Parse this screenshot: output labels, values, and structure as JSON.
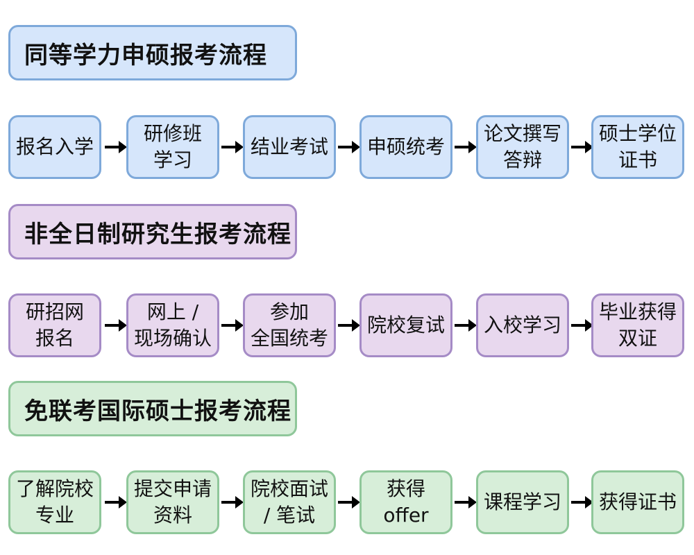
{
  "colors": {
    "blue_fill": "#d6e6fb",
    "blue_border": "#7ea9da",
    "purple_fill": "#e8d8ee",
    "purple_border": "#a58bc6",
    "green_fill": "#d7eed9",
    "green_border": "#8fc79a",
    "arrow": "#000000"
  },
  "sections": [
    {
      "title": "同等学力申硕报考流程",
      "steps": [
        "报名入学",
        "研修班\n学习",
        "结业考试",
        "申硕统考",
        "论文撰写\n答辩",
        "硕士学位\n证书"
      ]
    },
    {
      "title": "非全日制研究生报考流程",
      "steps": [
        "研招网\n报名",
        "网上 /\n现场确认",
        "参加\n全国统考",
        "院校复试",
        "入校学习",
        "毕业获得\n双证"
      ]
    },
    {
      "title": "免联考国际硕士报考流程",
      "steps": [
        "了解院校\n专业",
        "提交申请\n资料",
        "院校面试\n/ 笔试",
        "获得 offer",
        "课程学习",
        "获得证书"
      ]
    }
  ]
}
